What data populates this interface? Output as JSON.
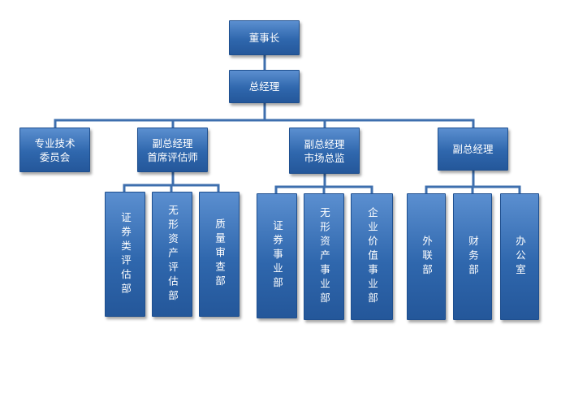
{
  "org": {
    "chairman": "董事长",
    "gm": "总经理",
    "tech_committee": "专业技术\n委员会",
    "vp1": "副总经理\n首席评估师",
    "vp2": "副总经理\n市场总监",
    "vp3": "副总经理",
    "vp1_depts": [
      "证券类评估部",
      "无形资产评估部",
      "质量审查部"
    ],
    "vp2_depts": [
      "证券事业部",
      "无形资产事业部",
      "企业价值事业部"
    ],
    "vp3_depts": [
      "外联部",
      "财务部",
      "办公室"
    ]
  },
  "colors": {
    "box_top": "#5b8fd0",
    "box_bottom": "#24579a",
    "connector": "#3e6fae",
    "text": "#ffffff"
  }
}
